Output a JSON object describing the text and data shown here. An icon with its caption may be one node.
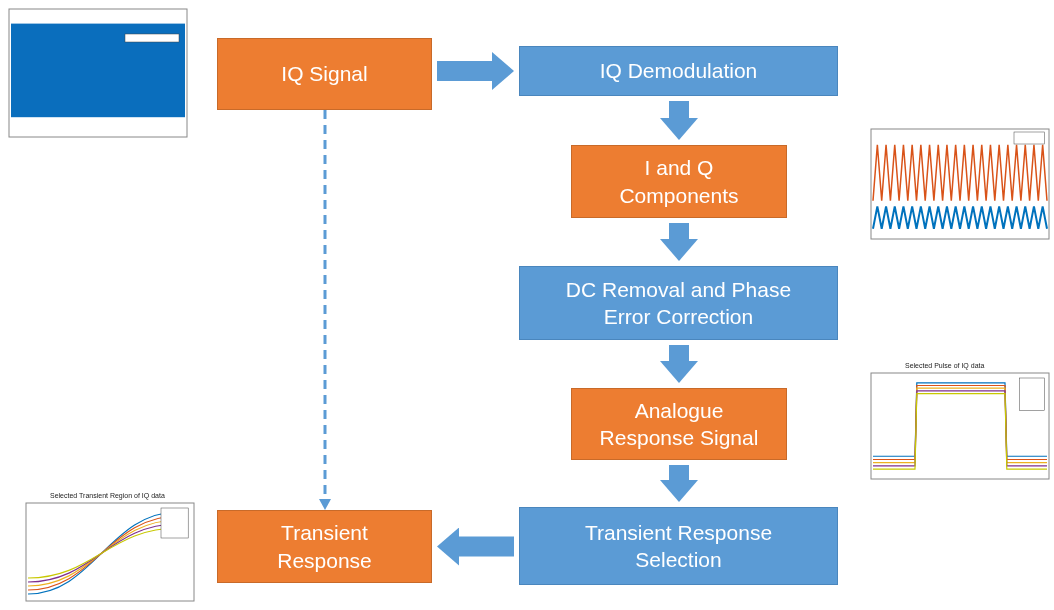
{
  "diagram": {
    "nodes": [
      {
        "text": [
          "IQ Signal"
        ]
      },
      {
        "text": [
          "IQ Demodulation"
        ]
      },
      {
        "text": [
          "I and Q Components"
        ]
      },
      {
        "text": [
          "DC Removal and Phase Error Correction"
        ]
      },
      {
        "text": [
          "Analogue Response Signal"
        ]
      },
      {
        "text": [
          "Transient Response Selection"
        ]
      },
      {
        "text": [
          "Transient Response"
        ]
      }
    ],
    "edges": [
      {
        "from": 0,
        "to": 1,
        "arrow": "to"
      },
      {
        "from": 1,
        "to": 2,
        "arrow": "to"
      },
      {
        "from": 2,
        "to": 3,
        "arrow": "to"
      },
      {
        "from": 3,
        "to": 4,
        "arrow": "to"
      },
      {
        "from": 4,
        "to": 5,
        "arrow": "to"
      },
      {
        "from": 5,
        "to": 6,
        "arrow": "to"
      },
      {
        "from": 0,
        "to": 6,
        "arrow": "to",
        "style": "dashed"
      }
    ],
    "labels": [
      "Selected Pulse of IQ data",
      "Selected Transient Region of IQ data"
    ]
  }
}
